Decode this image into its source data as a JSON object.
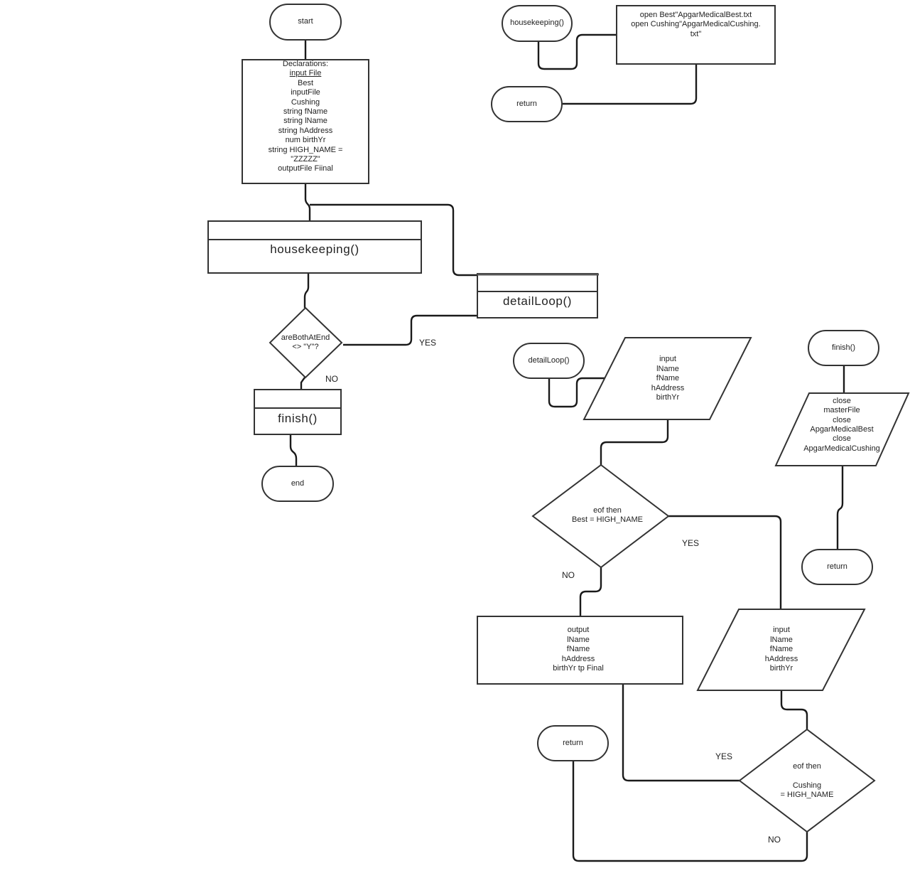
{
  "diagram": {
    "type": "flowchart",
    "main": {
      "start": "start",
      "declarations": {
        "title": "Declarations:",
        "lines": [
          "input File",
          "Best",
          "inputFile",
          "Cushing",
          "string fName",
          "string lName",
          "string hAddress",
          "num birthYr",
          "string HIGH_NAME =",
          "\"ZZZZZ\"",
          "outputFile Fiinal"
        ]
      },
      "housekeeping_call": "housekeeping()",
      "detail_loop_call": "detailLoop()",
      "decision": "areBothAtEnd\n<> \"Y\"?",
      "yes": "YES",
      "no": "NO",
      "finish_call": "finish()",
      "end": "end"
    },
    "housekeeping": {
      "start": "housekeeping()",
      "process": "open Best\"ApgarMedicalBest.txt\nopen Cushing\"ApgarMedicalCushing.\ntxt\"",
      "return": "return"
    },
    "detail_loop": {
      "start": "detailLoop()",
      "input1": "input\nlName\nfName\nhAddress\nbirthYr",
      "decision1": "eof then\nBest = HIGH_NAME",
      "decision1_yes": "YES",
      "decision1_no": "NO",
      "output": "output\nlName\nfName\nhAddress\nbirthYr tp Final",
      "input2": "input\nlName\nfName\nhAddress\nbirthYr",
      "decision2": "eof then\n\nCushing\n= HIGH_NAME",
      "decision2_yes": "YES",
      "decision2_no": "NO",
      "return": "return"
    },
    "finish": {
      "start": "finish()",
      "process": "close\nmasterFile\nclose\nApgarMedicalBest\nclose\nApgarMedicalCushing",
      "return": "return"
    }
  }
}
